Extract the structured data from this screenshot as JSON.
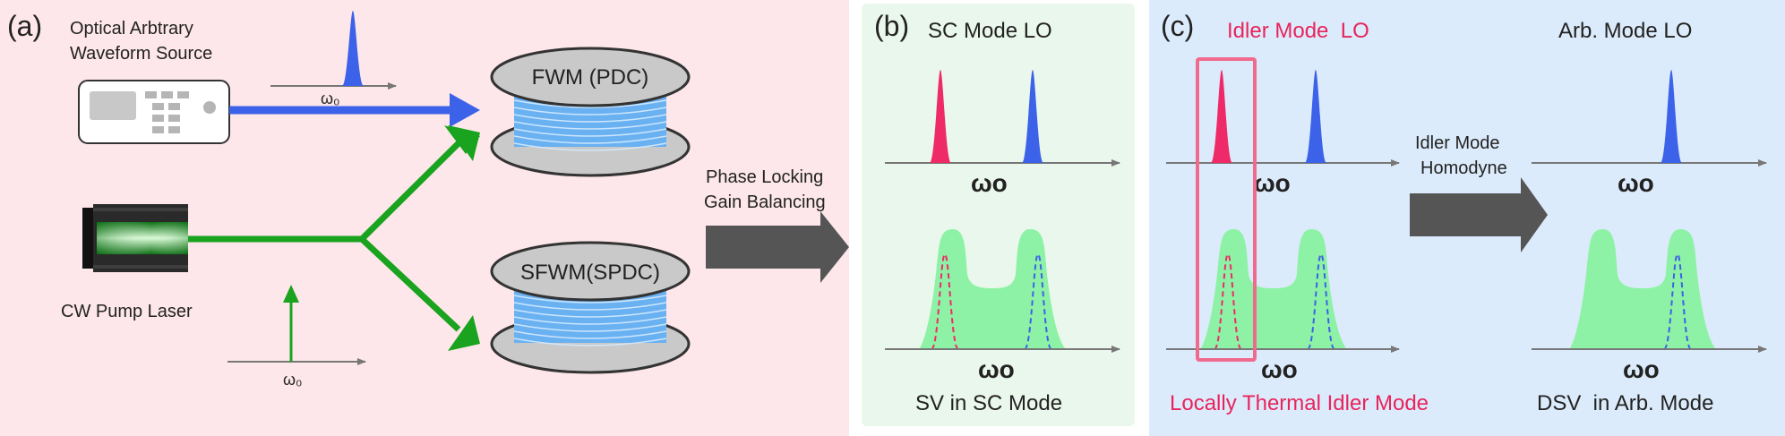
{
  "colors": {
    "panel_a_bg": "#fde7ea",
    "panel_b_bg": "#eaf7ec",
    "panel_c_bg": "#dcebfb",
    "signal_blue": "#3b62e8",
    "idler_pink": "#ef2a68",
    "pump_green": "#19a31e",
    "thermal_green": "#8df2a5",
    "fiber_blue": "#6ab1f2",
    "label_pink": "#e8245c",
    "arrow_gray": "#555555"
  },
  "panel_a": {
    "tag": "(a)",
    "source_label_line1": "Optical Arbtrary",
    "source_label_line2": "Waveform Source",
    "pump_label": "CW Pump Laser",
    "fwm_label": "FWM (PDC)",
    "sfwm_label": "SFWM(SPDC)",
    "omega_top": "ω₀",
    "omega_bottom": "ω₀",
    "arrow_line1": "Phase Locking",
    "arrow_line2": "Gain Balancing"
  },
  "panel_b": {
    "tag": "(b)",
    "title": "SC Mode LO",
    "omega_top": "ωo",
    "omega_bottom": "ωo",
    "caption": "SV in SC Mode"
  },
  "panel_c": {
    "tag": "(c)",
    "left_title": "Idler Mode  LO",
    "right_title": "Arb. Mode LO",
    "arrow_line1": "Idler Mode",
    "arrow_line2": "Homodyne",
    "omega_left_top": "ωo",
    "omega_left_bottom": "ωo",
    "omega_right_top": "ωo",
    "omega_right_bottom": "ωo",
    "caption_left": "Locally Thermal Idler Mode",
    "caption_right": "DSV  in Arb. Mode"
  },
  "icons": [
    "waveform-generator-icon",
    "laser-icon",
    "fiber-spool-icon"
  ]
}
